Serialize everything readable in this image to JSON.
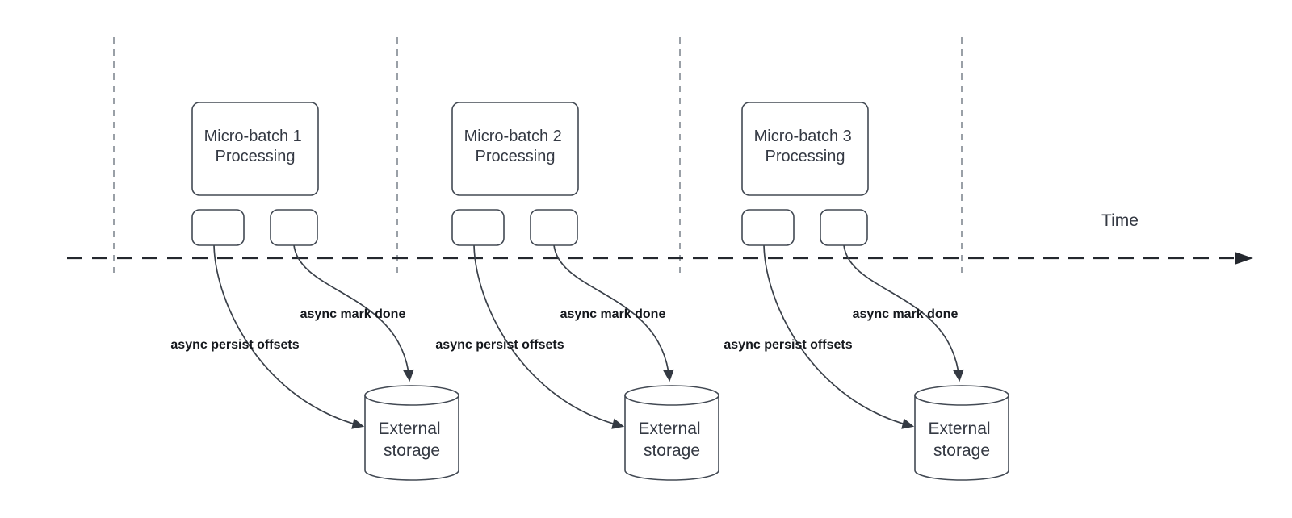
{
  "diagram": {
    "axis": {
      "label": "Time"
    },
    "colors": {
      "background": "#ffffff",
      "shape_stroke": "#434a54",
      "curve_stroke": "#3a4049",
      "boundary_line": "#9aa0a7",
      "timeline": "#24282e",
      "text": "#343943",
      "label_text": "#15181d"
    },
    "batches": [
      {
        "name": "Micro-batch 1",
        "subtitle": "Processing",
        "persist_label": "async persist offsets",
        "done_label": "async mark done",
        "storage_line1": "External",
        "storage_line2": "storage"
      },
      {
        "name": "Micro-batch 2",
        "subtitle": "Processing",
        "persist_label": "async persist offsets",
        "done_label": "async mark done",
        "storage_line1": "External",
        "storage_line2": "storage"
      },
      {
        "name": "Micro-batch 3",
        "subtitle": "Processing",
        "persist_label": "async persist offsets",
        "done_label": "async mark done",
        "storage_line1": "External",
        "storage_line2": "storage"
      }
    ]
  }
}
